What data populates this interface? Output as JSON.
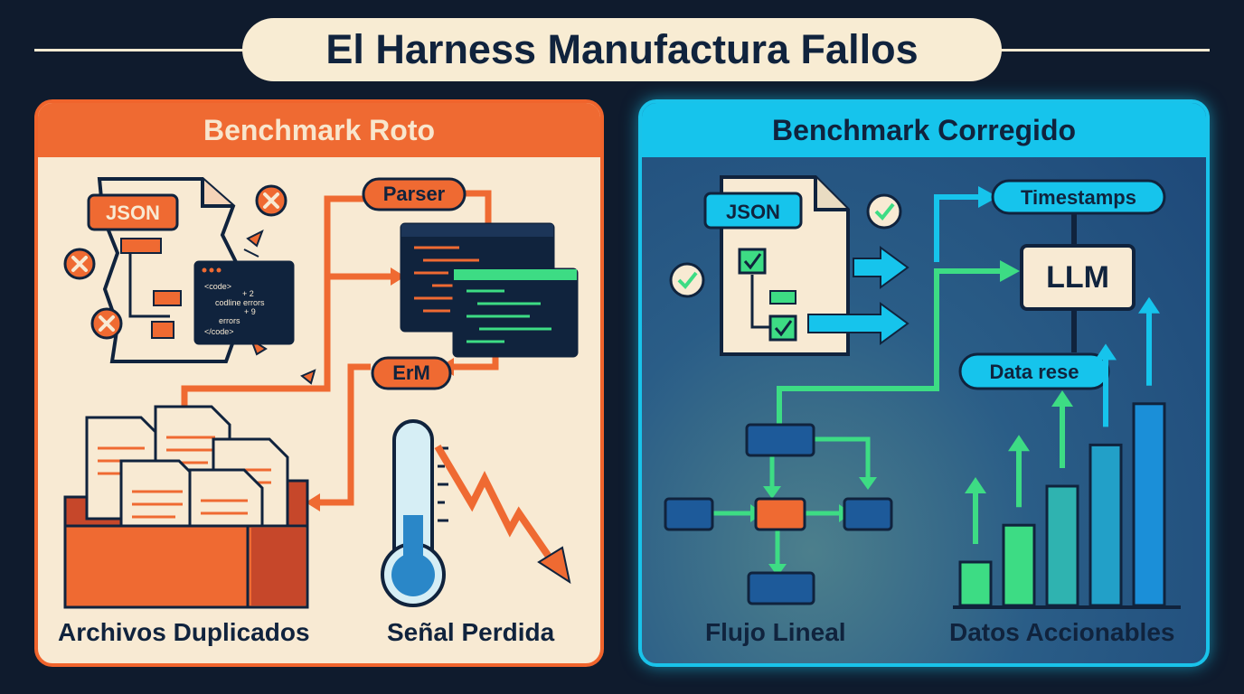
{
  "title": "El Harness Manufactura Fallos",
  "left_panel": {
    "heading": "Benchmark Roto",
    "json_tag": "JSON",
    "parser_label": "Parser",
    "error_label": "ErM",
    "code_lines": [
      "<code>",
      "+ 2",
      "codline errors",
      "+ 9",
      "errors",
      "</code>"
    ],
    "caption_files": "Archivos Duplicados",
    "caption_signal": "Señal Perdida"
  },
  "right_panel": {
    "heading": "Benchmark Corregido",
    "json_tag": "JSON",
    "timestamps_label": "Timestamps",
    "llm_label": "LLM",
    "data_label": "Data rese",
    "caption_flow": "Flujo Lineal",
    "caption_data": "Datos Accionables",
    "bar_levels": [
      0.2,
      0.37,
      0.55,
      0.74,
      0.93
    ]
  },
  "colors": {
    "background": "#0f1b2d",
    "broken_accent": "#ef6a32",
    "broken_panel": "#f8ead3",
    "fixed_accent": "#16c4ec",
    "fixed_panel": "#1d4778",
    "success_green": "#3ddc84",
    "dark_navy": "#10233d"
  },
  "icons": [
    "error-x-icon",
    "check-icon",
    "document-icon",
    "code-window-icon",
    "folder-icon",
    "thermometer-icon",
    "arrow-icon",
    "flowchart-icon",
    "bar-chart-icon"
  ]
}
